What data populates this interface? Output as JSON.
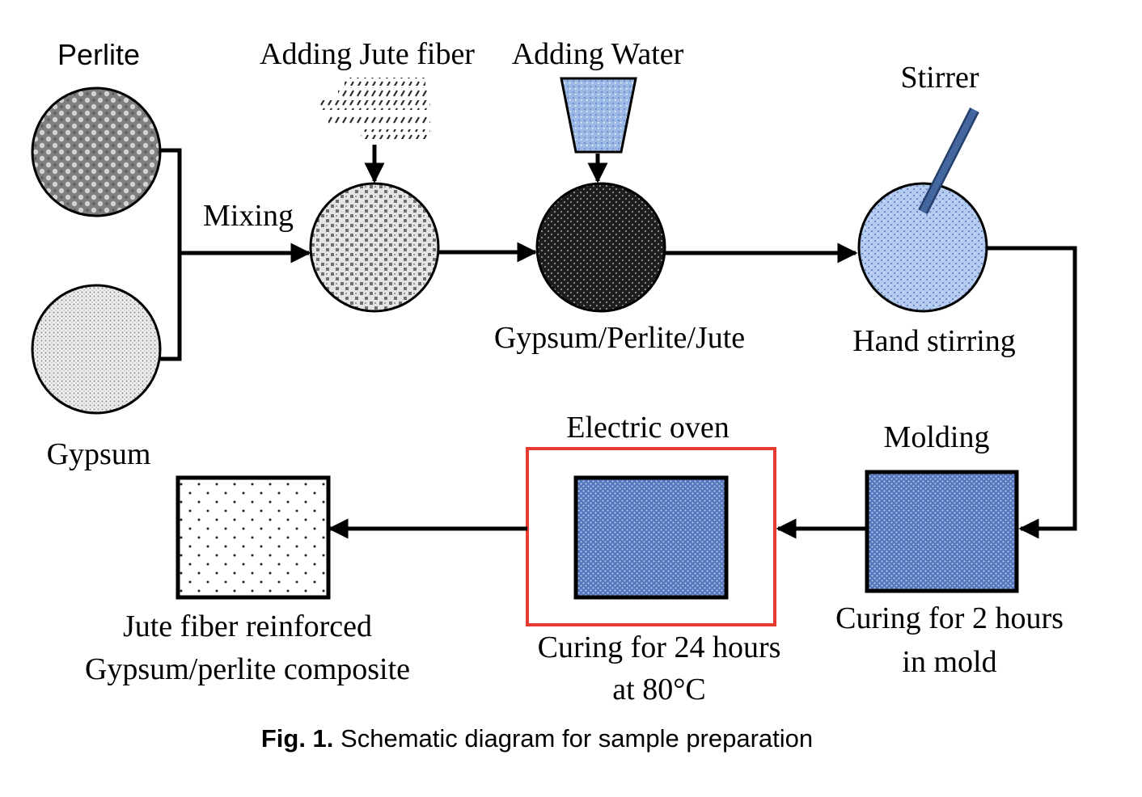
{
  "labels": {
    "perlite": "Perlite",
    "gypsum": "Gypsum",
    "mixing": "Mixing",
    "adding_jute": "Adding Jute fiber",
    "adding_water": "Adding Water",
    "stirrer": "Stirrer",
    "gpj": "Gypsum/Perlite/Jute",
    "hand_stirring": "Hand stirring",
    "molding": "Molding",
    "electric_oven": "Electric oven",
    "curing_mold_line1": "Curing for 2 hours",
    "curing_mold_line2": "in mold",
    "curing_oven_line1": "Curing for 24 hours",
    "curing_oven_line2": "at 80°C",
    "product_line1": "Jute fiber reinforced",
    "product_line2": "Gypsum/perlite composite"
  },
  "caption": {
    "prefix": "Fig. 1.",
    "text": " Schematic diagram for sample preparation"
  },
  "colors": {
    "line": "#000000",
    "oven_frame": "#e63b2e",
    "water": "#9ab6e2",
    "mold_fill": "#5b7fc4",
    "stirrer": "#3f5f95",
    "stirred_mix": "#a9c3ec",
    "perlite_fill": "#8d8d8d",
    "mix_fill": "#1e1e1e"
  }
}
